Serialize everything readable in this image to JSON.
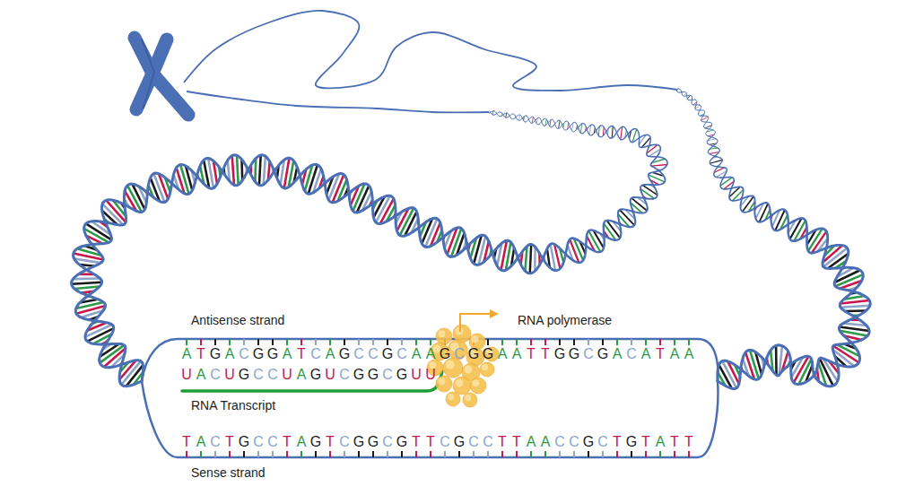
{
  "diagram": {
    "labels": [
      "Antisense strand",
      "RNA polymerase",
      "ATGACGGATCAGCCGCAAGCGGAATTGGCGACATAA",
      "UACUGCCUAGUCGGCGUU",
      "RNA Transcript",
      "TACTGCCTAGTCGGCGTTCGCCTTAACCGCTGTATT",
      "Sense strand"
    ]
  }
}
